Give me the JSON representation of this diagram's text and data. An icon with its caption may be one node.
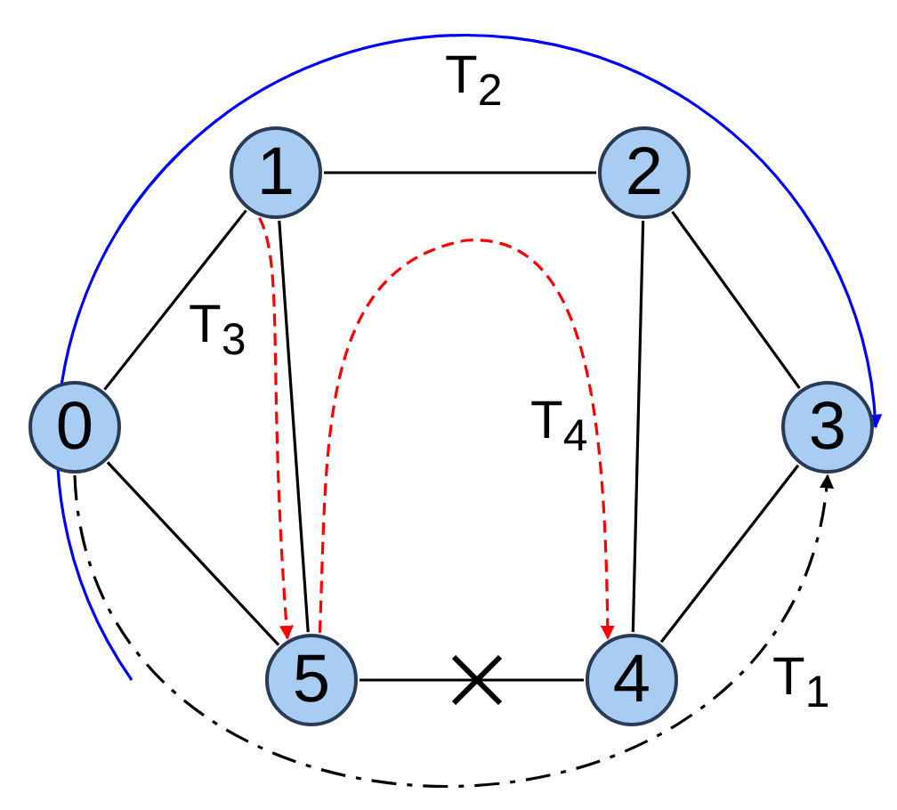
{
  "diagram": {
    "nodes": [
      {
        "text": [
          "0"
        ]
      },
      {
        "text": [
          "1"
        ]
      },
      {
        "text": [
          "2"
        ]
      },
      {
        "text": [
          "3"
        ]
      },
      {
        "text": [
          "4"
        ]
      },
      {
        "text": [
          "5"
        ]
      }
    ],
    "edges": [
      {
        "from": 0,
        "to": 1,
        "arrow": "none"
      },
      {
        "from": 1,
        "to": 2,
        "arrow": "none"
      },
      {
        "from": 2,
        "to": 3,
        "arrow": "none"
      },
      {
        "from": 3,
        "to": 4,
        "arrow": "none"
      },
      {
        "from": 4,
        "to": 5,
        "arrow": "none"
      },
      {
        "from": 5,
        "to": 0,
        "arrow": "none"
      },
      {
        "from": 1,
        "to": 5,
        "arrow": "none"
      },
      {
        "from": 2,
        "to": 4,
        "arrow": "none"
      },
      {
        "from": null,
        "to": 3,
        "arrow": "to",
        "label": "T$_{2}$",
        "color": "#0000ff"
      },
      {
        "from": 1,
        "to": 5,
        "arrow": "to",
        "label": "T$_{3}$",
        "style": "dashed",
        "color": "#ff0000"
      },
      {
        "from": 5,
        "to": 4,
        "arrow": "to",
        "label": "T$_{4}$",
        "style": "dashed",
        "color": "#ff0000"
      },
      {
        "from": 0,
        "to": 3,
        "arrow": "to",
        "label": "T$_{1}$",
        "style": "dashed"
      }
    ]
  }
}
